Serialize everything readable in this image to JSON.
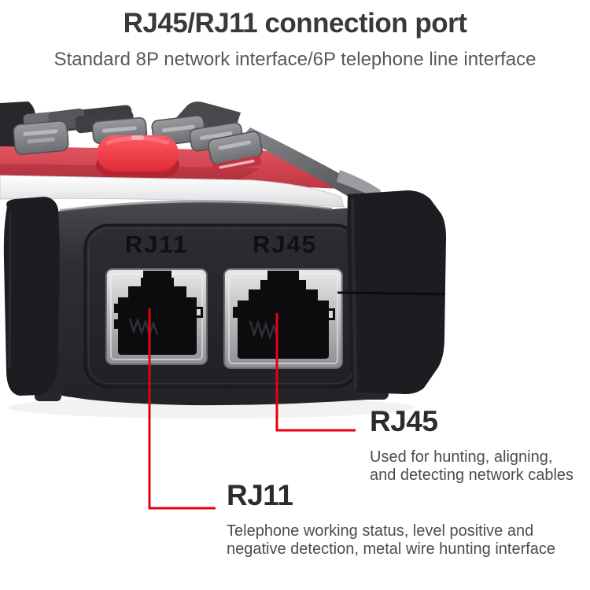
{
  "header": {
    "title": "RJ45/RJ11 connection port",
    "subtitle": "Standard 8P network interface/6P telephone line interface"
  },
  "device": {
    "port_labels": {
      "rj11": "RJ11",
      "rj45": "RJ45"
    }
  },
  "callouts": {
    "rj45": {
      "label": "RJ45",
      "lines": [
        "Used for hunting, aligning,",
        "and detecting network cables"
      ]
    },
    "rj11": {
      "label": "RJ11",
      "lines": [
        "Telephone working status, level positive and",
        "negative detection, metal wire hunting interface"
      ]
    }
  },
  "colors": {
    "leader_line_red": "#e60012",
    "keypad_panel_red": "#d8404c",
    "red_button": "#ee3642",
    "device_body_dark": "#2a2b30",
    "port_metal": "#b9babc",
    "title_text": "#39393b",
    "subtitle_text": "#57585a",
    "description_text": "#4b4c4e"
  }
}
